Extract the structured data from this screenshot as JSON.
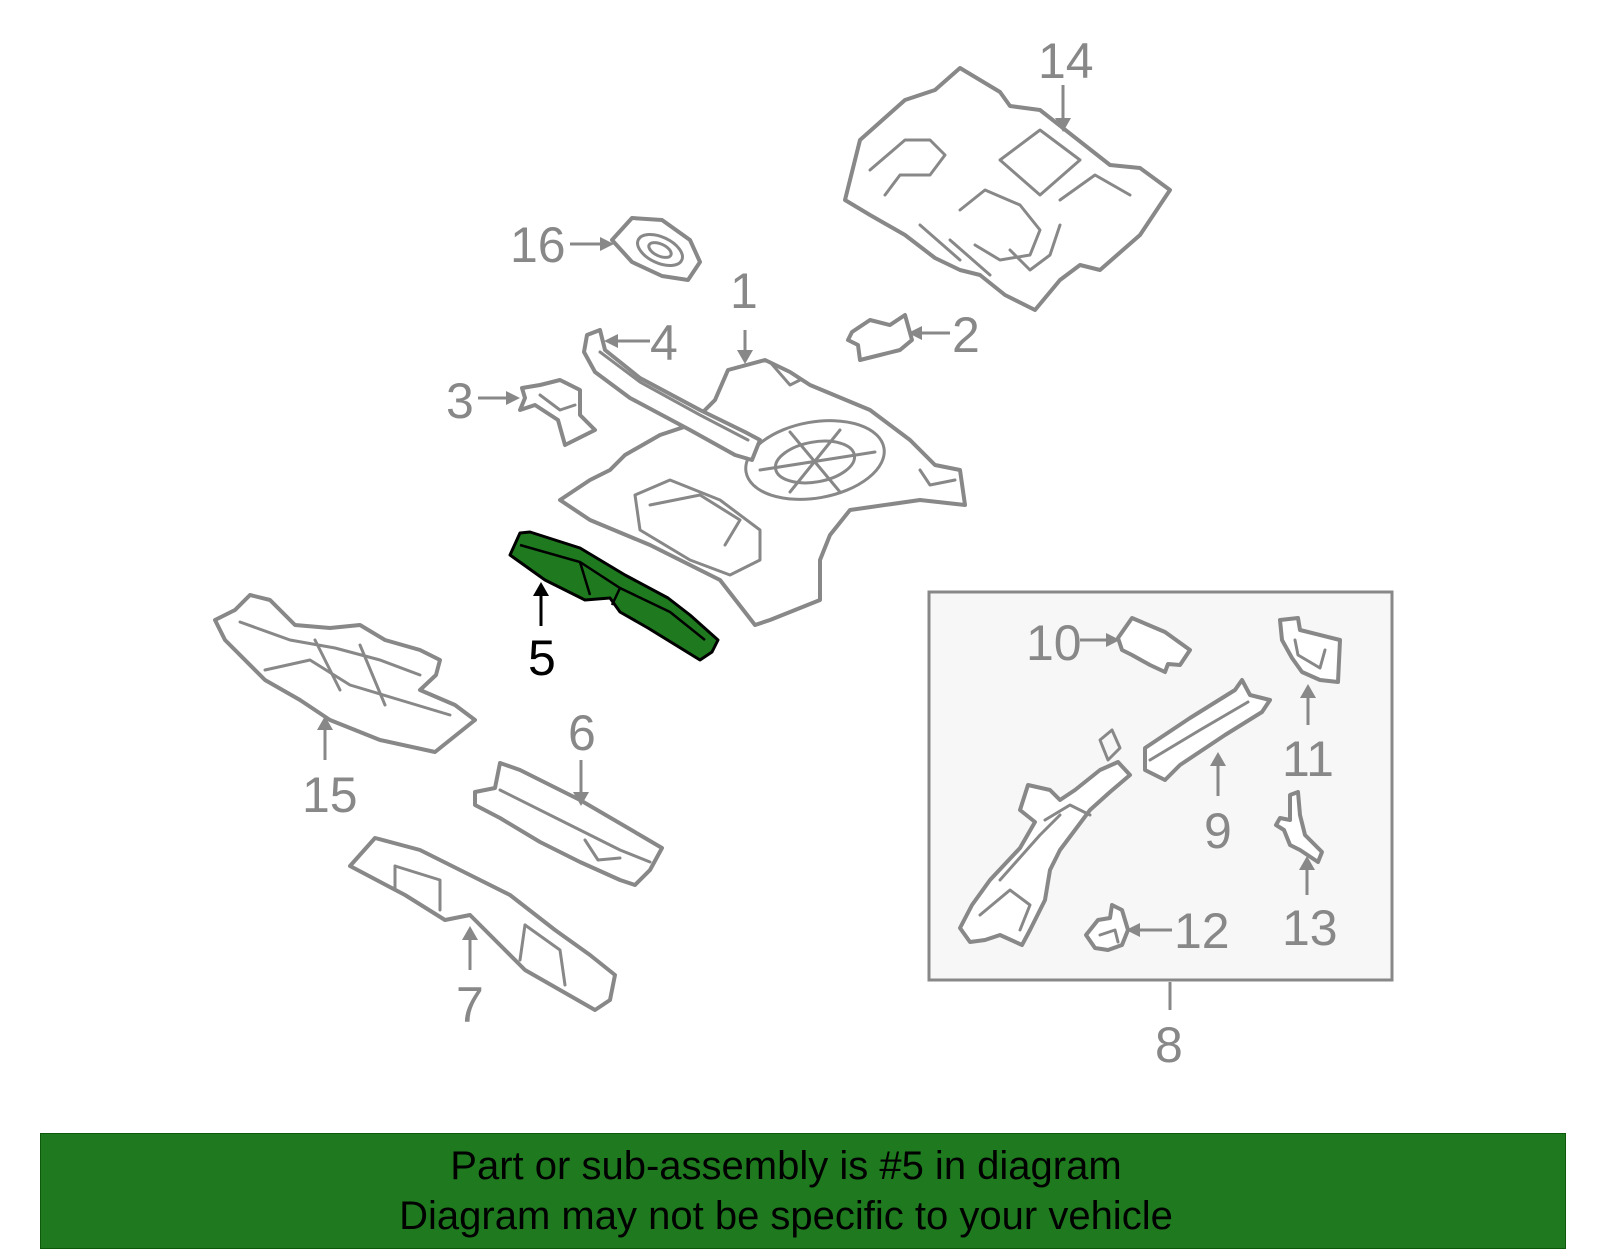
{
  "diagram": {
    "highlight_color": "#1f7a1f",
    "line_color": "#888888",
    "callouts": {
      "c1": "1",
      "c2": "2",
      "c3": "3",
      "c4": "4",
      "c5": "5",
      "c6": "6",
      "c7": "7",
      "c8": "8",
      "c9": "9",
      "c10": "10",
      "c11": "11",
      "c12": "12",
      "c13": "13",
      "c14": "14",
      "c15": "15",
      "c16": "16"
    },
    "highlighted_part": "5"
  },
  "banner": {
    "line1": "Part or sub-assembly is #5 in diagram",
    "line2": "Diagram may not be specific to your vehicle",
    "background": "#1f7a1f"
  }
}
